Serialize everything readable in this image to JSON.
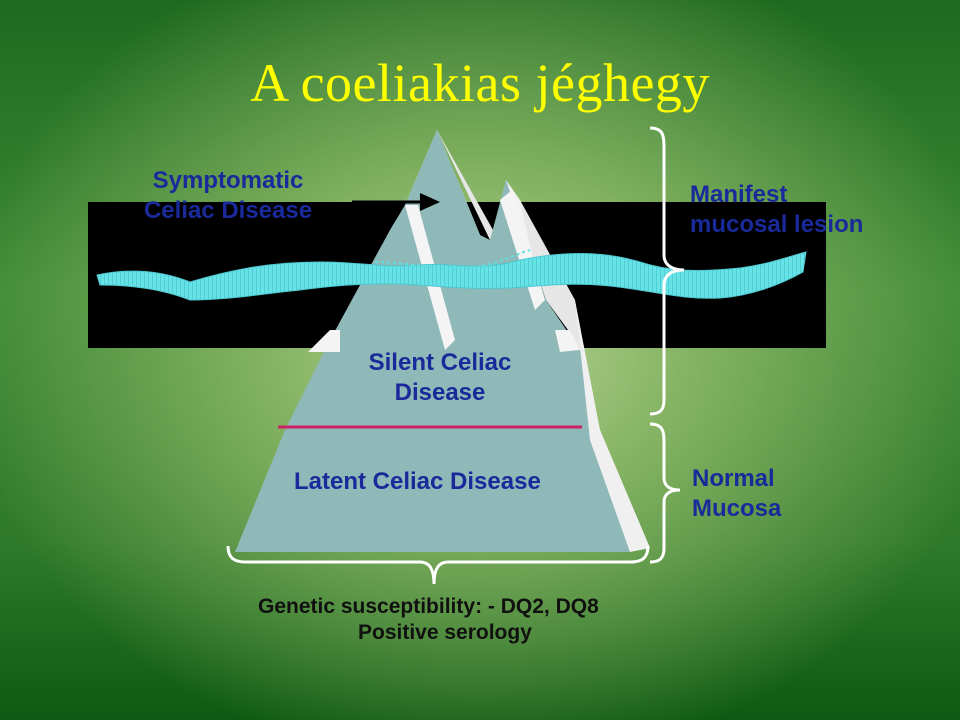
{
  "title": "A coeliakias jéghegy",
  "labels": {
    "symptomatic_line1": "Symptomatic",
    "symptomatic_line2": "Celiac Disease",
    "manifest_line1": "Manifest",
    "manifest_line2": "mucosal lesion",
    "silent_line1": "Silent Celiac",
    "silent_line2": "Disease",
    "latent": "Latent Celiac Disease",
    "normal_line1": "Normal",
    "normal_line2": "Mucosa",
    "genetic": "Genetic susceptibility: -  DQ2, DQ8",
    "serology": "Positive serology"
  },
  "colors": {
    "title": "#ffff00",
    "label_blue": "#1a2a9a",
    "water_band": "#000000",
    "wave": "#5fe0e0",
    "iceberg_face": "#8fb8b8",
    "iceberg_side": "#ececec",
    "divider": "#cc2266",
    "brace": "#ffffff"
  }
}
